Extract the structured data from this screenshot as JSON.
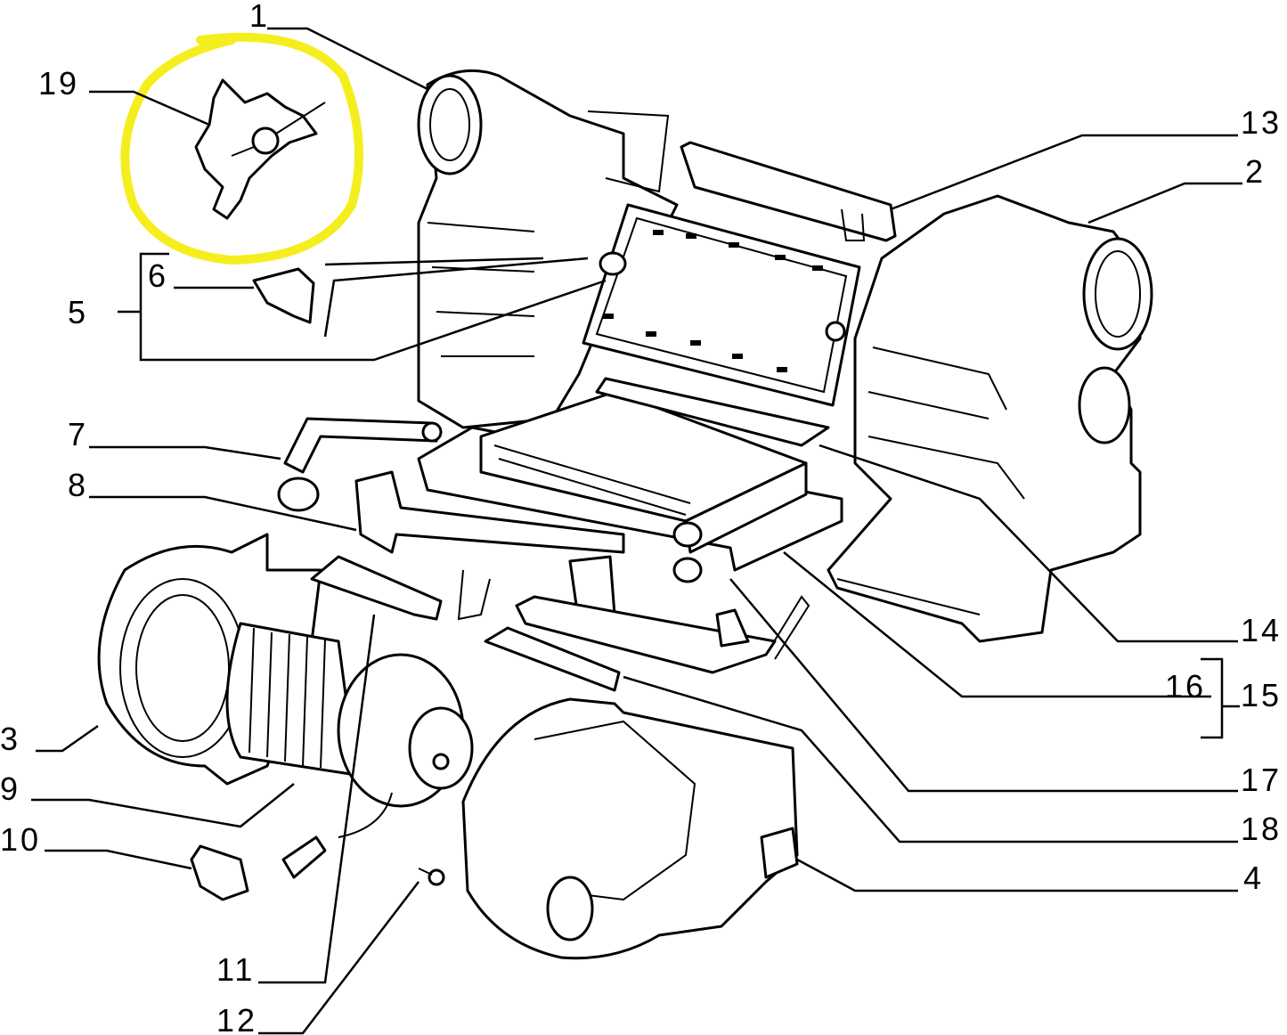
{
  "diagram": {
    "highlight_color": "#f5ee1e",
    "highlighted_part": "19",
    "callouts": {
      "p1": "1",
      "p2": "2",
      "p3": "3",
      "p4": "4",
      "p5": "5",
      "p6": "6",
      "p7": "7",
      "p8": "8",
      "p9": "9",
      "p10": "10",
      "p11": "11",
      "p12": "12",
      "p13": "13",
      "p14": "14",
      "p15": "15",
      "p16": "16",
      "p17": "17",
      "p18": "18",
      "p19": "19"
    }
  }
}
